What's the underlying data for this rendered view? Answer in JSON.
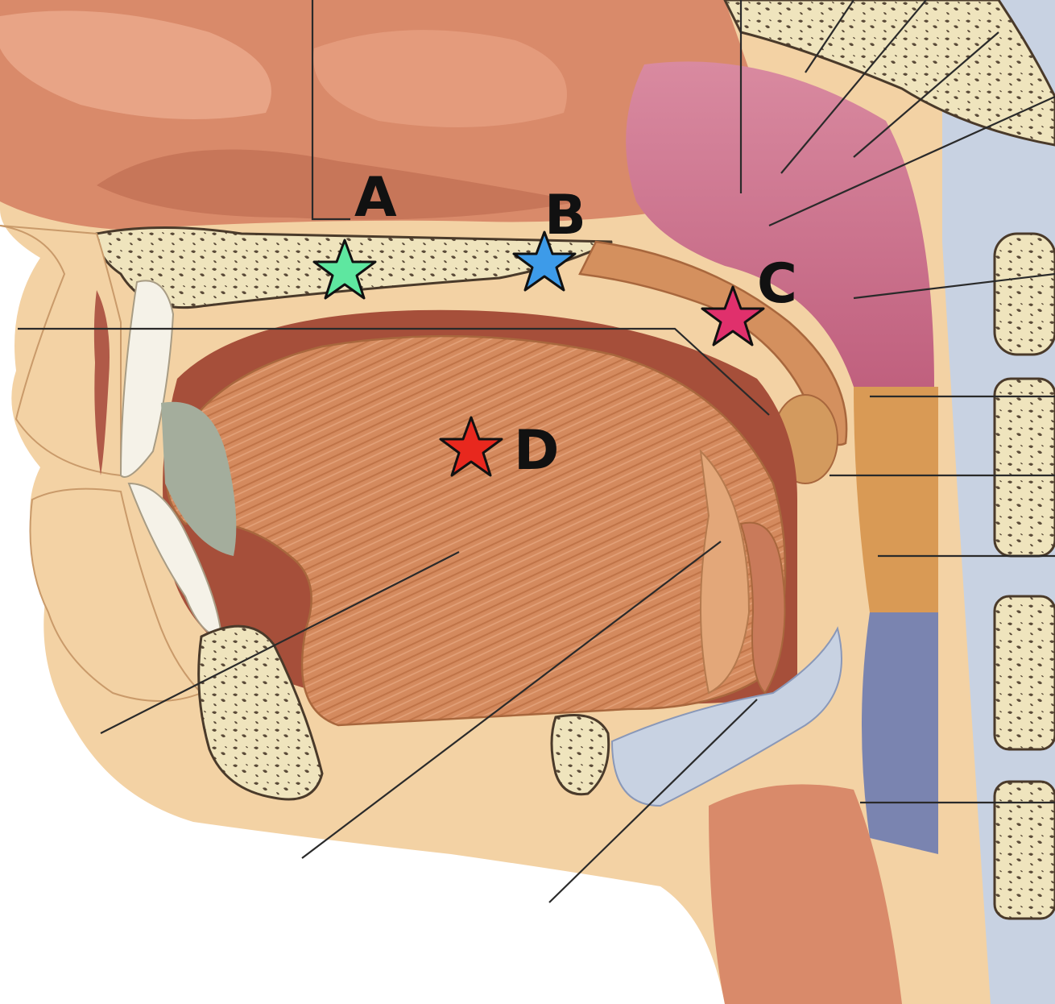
{
  "markers": [
    {
      "id": "A",
      "label": "A",
      "color": "#5ee7a0"
    },
    {
      "id": "B",
      "label": "B",
      "color": "#3d9be9"
    },
    {
      "id": "C",
      "label": "C",
      "color": "#e0306c"
    },
    {
      "id": "D",
      "label": "D",
      "color": "#e8281e"
    }
  ],
  "colors": {
    "skin": "#f3d2a4",
    "nasal": "#d98a6a",
    "pharynx_upper": "#c86a8a",
    "pharynx_mid": "#d99a55",
    "pharynx_lower": "#7a84b0",
    "muscle": "#d38a5e",
    "bone": "#f0e6c0",
    "cartilage": "#c8d2e2"
  }
}
